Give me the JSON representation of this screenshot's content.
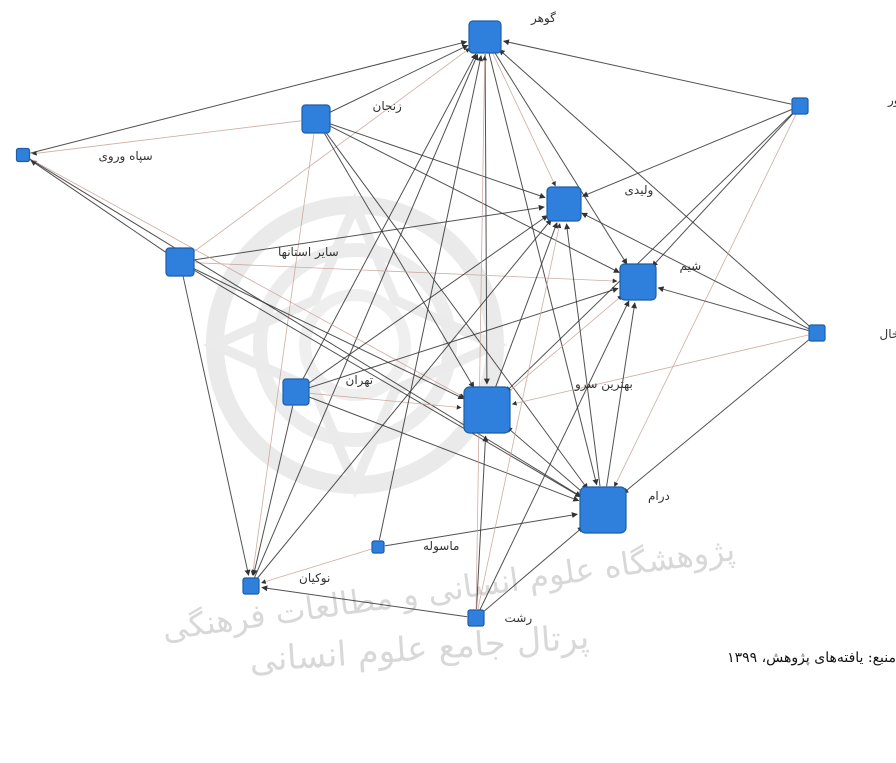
{
  "colors": {
    "node_fill": "#2f7fdc",
    "node_stroke": "#1c5ea8",
    "edge": "#333333",
    "edge_light": "#c9a39a",
    "watermark": "#dcdcdc"
  },
  "nodes": [
    {
      "id": "gohar",
      "label": "گوهر",
      "size": "large"
    },
    {
      "id": "zanjan",
      "label": "زنجان",
      "size": "medium"
    },
    {
      "id": "sepah",
      "label": "سپاه وروی",
      "size": "small"
    },
    {
      "id": "kharej",
      "label": "خارج از کشور",
      "size": "small"
    },
    {
      "id": "valiat",
      "label": "ولیدی",
      "size": "large"
    },
    {
      "id": "sayer",
      "label": "سایر استانها",
      "size": "medium"
    },
    {
      "id": "shamim",
      "label": "شیم",
      "size": "large"
    },
    {
      "id": "kheltal",
      "label": "خلخال",
      "size": "small"
    },
    {
      "id": "tehran",
      "label": "تهران",
      "size": "medium"
    },
    {
      "id": "behtarin",
      "label": "بهترین سرو",
      "size": "xlarge"
    },
    {
      "id": "daram",
      "label": "درام",
      "size": "xlarge"
    },
    {
      "id": "masouleh",
      "label": "ماسوله",
      "size": "small"
    },
    {
      "id": "noukian",
      "label": "نوکیان",
      "size": "small"
    },
    {
      "id": "rasht",
      "label": "رشت",
      "size": "small"
    }
  ],
  "edges": [
    [
      "zanjan",
      "gohar"
    ],
    [
      "sepah",
      "gohar"
    ],
    [
      "kharej",
      "gohar"
    ],
    [
      "sayer",
      "gohar"
    ],
    [
      "tehran",
      "gohar"
    ],
    [
      "noukian",
      "gohar"
    ],
    [
      "kheltal",
      "gohar"
    ],
    [
      "gohar",
      "valiat"
    ],
    [
      "gohar",
      "shamim"
    ],
    [
      "gohar",
      "behtarin"
    ],
    [
      "gohar",
      "daram"
    ],
    [
      "zanjan",
      "sepah"
    ],
    [
      "zanjan",
      "valiat"
    ],
    [
      "zanjan",
      "shamim"
    ],
    [
      "zanjan",
      "behtarin"
    ],
    [
      "zanjan",
      "noukian"
    ],
    [
      "zanjan",
      "daram"
    ],
    [
      "kharej",
      "valiat"
    ],
    [
      "kharej",
      "shamim"
    ],
    [
      "kharej",
      "daram"
    ],
    [
      "kharej",
      "behtarin"
    ],
    [
      "sayer",
      "sepah"
    ],
    [
      "sayer",
      "valiat"
    ],
    [
      "sayer",
      "shamim"
    ],
    [
      "sayer",
      "behtarin"
    ],
    [
      "sayer",
      "daram"
    ],
    [
      "sayer",
      "noukian"
    ],
    [
      "sepah",
      "behtarin"
    ],
    [
      "sepah",
      "daram"
    ],
    [
      "kheltal",
      "shamim"
    ],
    [
      "kheltal",
      "valiat"
    ],
    [
      "kheltal",
      "behtarin"
    ],
    [
      "kheltal",
      "daram"
    ],
    [
      "tehran",
      "valiat"
    ],
    [
      "tehran",
      "shamim"
    ],
    [
      "tehran",
      "behtarin"
    ],
    [
      "tehran",
      "daram"
    ],
    [
      "tehran",
      "noukian"
    ],
    [
      "behtarin",
      "valiat"
    ],
    [
      "behtarin",
      "shamim"
    ],
    [
      "daram",
      "valiat"
    ],
    [
      "daram",
      "shamim"
    ],
    [
      "daram",
      "behtarin"
    ],
    [
      "masouleh",
      "noukian"
    ],
    [
      "masouleh",
      "daram"
    ],
    [
      "masouleh",
      "gohar"
    ],
    [
      "rasht",
      "behtarin"
    ],
    [
      "rasht",
      "valiat"
    ],
    [
      "rasht",
      "shamim"
    ],
    [
      "rasht",
      "daram"
    ],
    [
      "rasht",
      "noukian"
    ],
    [
      "rasht",
      "gohar"
    ],
    [
      "noukian",
      "valiat"
    ]
  ],
  "source_note": "منبع: یافته‌های پژوهش، ۱۳۹۹",
  "watermark": {
    "line1": "پژوهشگاه علوم انسانی و مطالعات فرهنگی",
    "line2": "پرتال جامع علوم انسانی"
  }
}
